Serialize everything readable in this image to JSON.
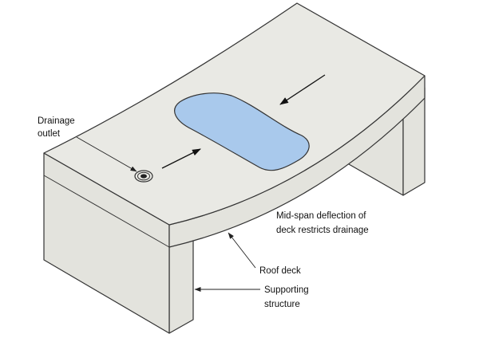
{
  "diagram": {
    "labels": {
      "drainage_outlet": [
        "Drainage",
        "outlet"
      ],
      "mid_span_deflection": [
        "Mid-span deflection of",
        "deck restricts drainage"
      ],
      "roof_deck": "Roof deck",
      "supporting_structure": [
        "Supporting",
        "structure"
      ]
    },
    "colors": {
      "surface": "#e9e9e4",
      "face": "#e3e3dd",
      "water": "#a9c9ec",
      "outline": "#333333",
      "text": "#111111"
    }
  }
}
